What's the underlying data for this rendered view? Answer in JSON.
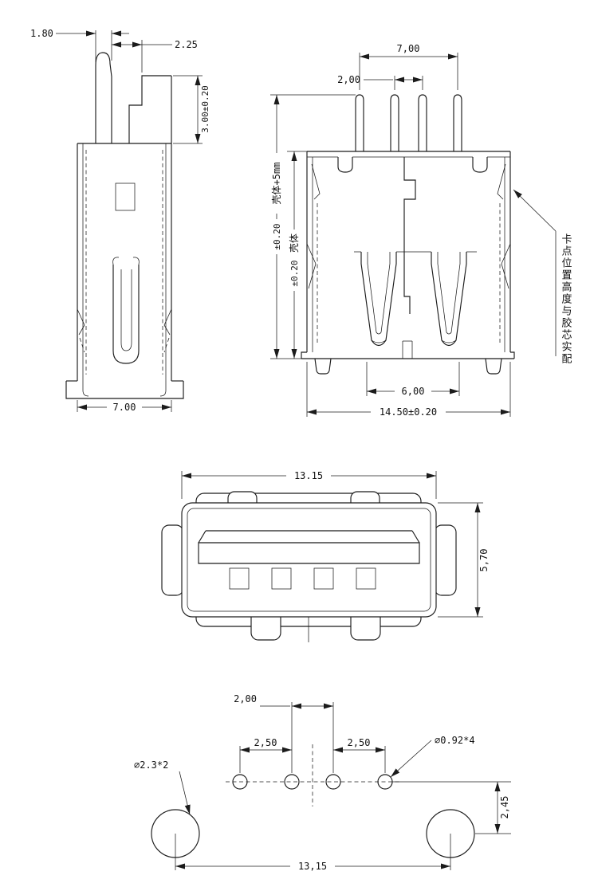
{
  "colors": {
    "background": "#ffffff",
    "line": "#1b1b1b"
  },
  "views": {
    "side": {
      "title": "side-profile-view",
      "dims": {
        "prong_width": "1.80",
        "tab_offset": "2.25",
        "tab_height": "3.00±0.20",
        "body_width": "7.00"
      }
    },
    "front": {
      "title": "front-section-view",
      "dims": {
        "pin_span": "7,00",
        "pin_pitch": "2,00",
        "height_total_label": "壳体+5mm",
        "height_total_tol": "±0.20",
        "height_shell_label": "壳体",
        "height_shell_tol": "±0.20",
        "contact_span": "6,00",
        "shell_width": "14.50±0.20"
      },
      "note": "卡点位置高度与胶芯实配"
    },
    "face": {
      "title": "mating-face-view",
      "dims": {
        "width": "13.15",
        "height": "5,70"
      }
    },
    "footprint": {
      "title": "pcb-footprint-view",
      "dims": {
        "pitch_center": "2,00",
        "pitch_left": "2,50",
        "pitch_right": "2,50",
        "pin_hole": "∅0.92*4",
        "mount_hole": "∅2.3*2",
        "row_offset": "2,45",
        "mount_span": "13,15"
      }
    }
  }
}
